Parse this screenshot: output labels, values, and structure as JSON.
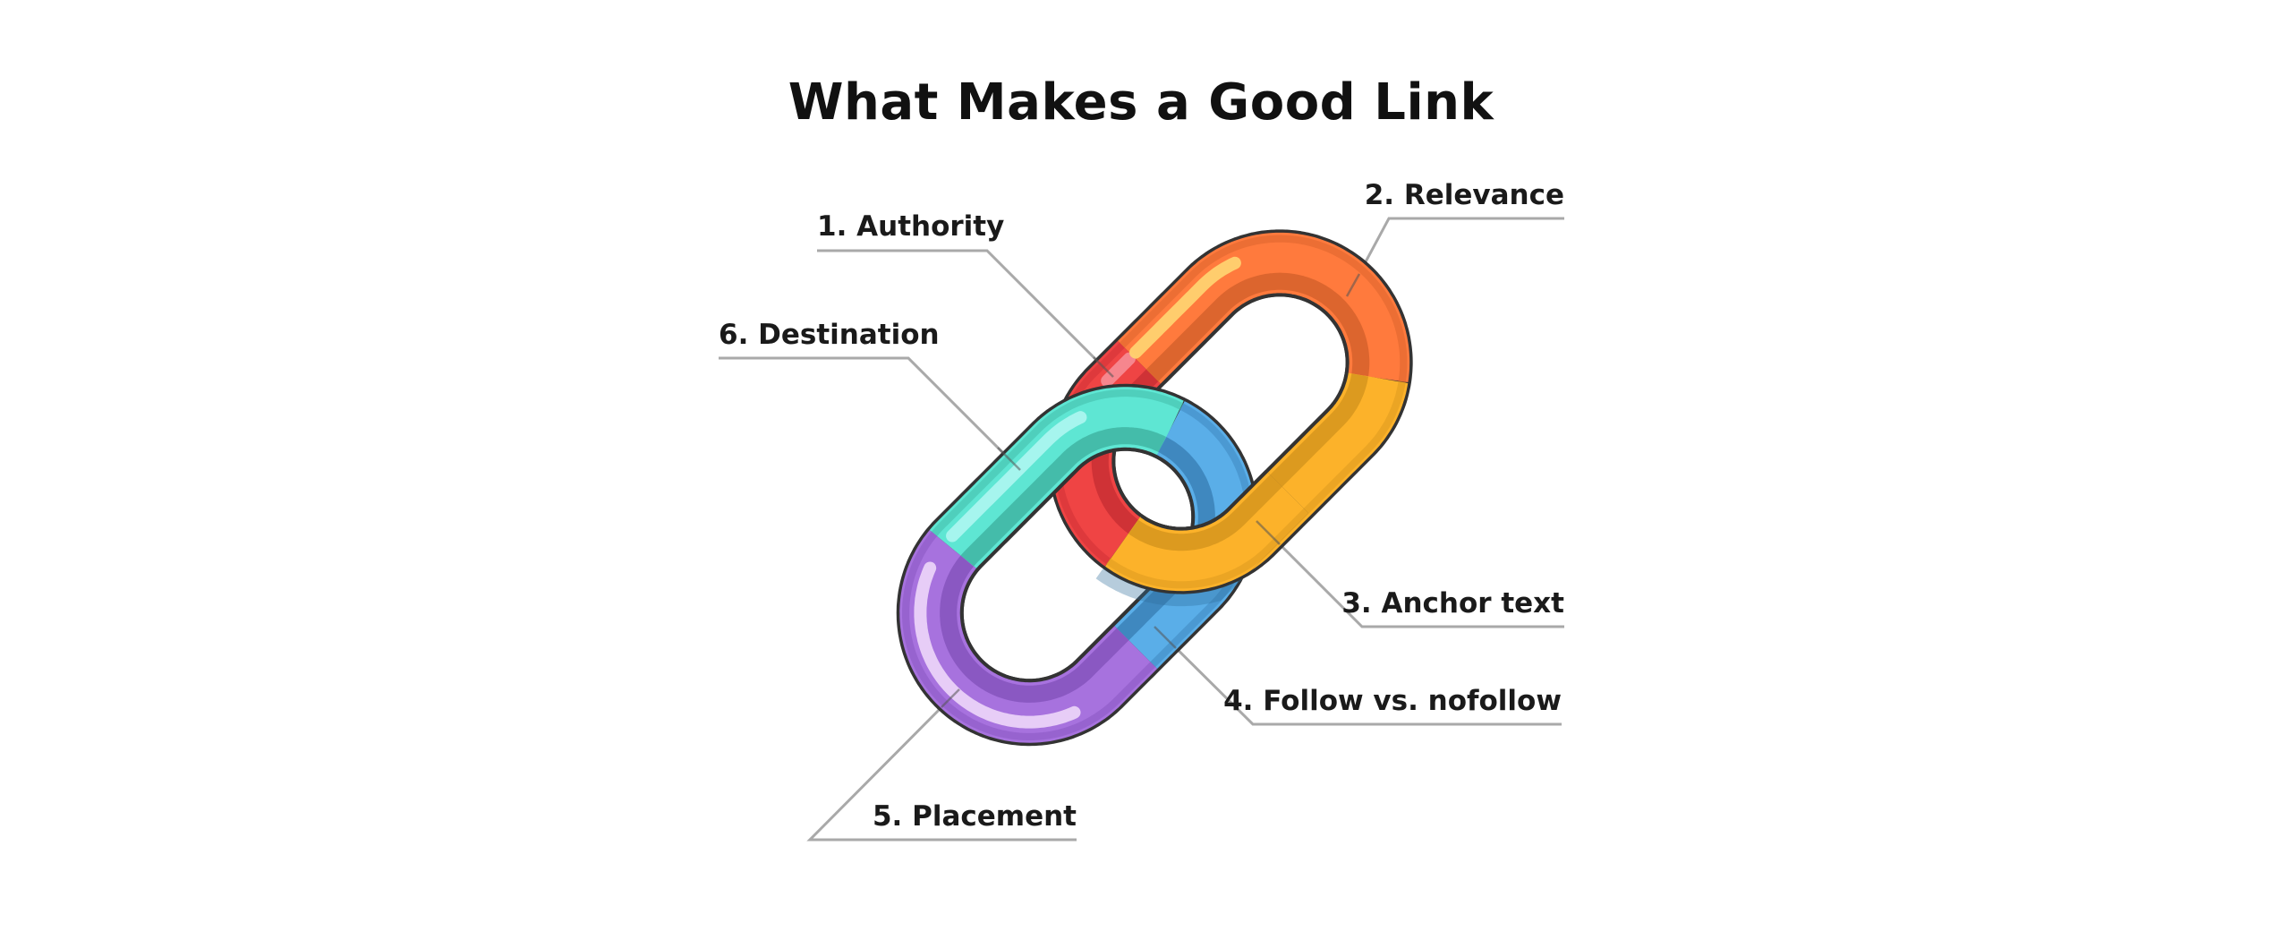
{
  "title": "What Makes a Good Link",
  "colors": {
    "outline": "#333333",
    "leader": "#a9a9a9",
    "red": "#ef4444",
    "red_shade": "#cf3236",
    "red_highlight": "#f58a92",
    "orange": "#ff7a3d",
    "orange_shade": "#dc652e",
    "orange_highlight": "#ffd270",
    "yellow": "#fcb22a",
    "yellow_shade": "#dc9a1f",
    "teal": "#5ee6d3",
    "teal_shade": "#44bcaa",
    "teal_highlight": "#aaf6ef",
    "blue": "#5aaee8",
    "blue_shade": "#3f88bf",
    "purple": "#a772de",
    "purple_shade": "#8a58c2",
    "purple_highlight": "#ead2f8"
  },
  "factors": [
    {
      "id": "authority",
      "number": "1.",
      "name": "Authority",
      "text": "1. Authority",
      "segment_color": "red"
    },
    {
      "id": "relevance",
      "number": "2.",
      "name": "Relevance",
      "text": "2. Relevance",
      "segment_color": "orange"
    },
    {
      "id": "anchor-text",
      "number": "3.",
      "name": "Anchor text",
      "text": "3. Anchor text",
      "segment_color": "yellow"
    },
    {
      "id": "follow-vs-nofollow",
      "number": "4.",
      "name": "Follow vs. nofollow",
      "text": "4. Follow vs. nofollow",
      "segment_color": "blue"
    },
    {
      "id": "placement",
      "number": "5.",
      "name": "Placement",
      "text": "5. Placement",
      "segment_color": "purple"
    },
    {
      "id": "destination",
      "number": "6.",
      "name": "Destination",
      "text": "6. Destination",
      "segment_color": "teal"
    }
  ],
  "links": [
    {
      "name": "upper-chain-link",
      "segments": [
        "red",
        "orange",
        "yellow"
      ]
    },
    {
      "name": "lower-chain-link",
      "segments": [
        "teal",
        "blue",
        "purple"
      ]
    }
  ]
}
